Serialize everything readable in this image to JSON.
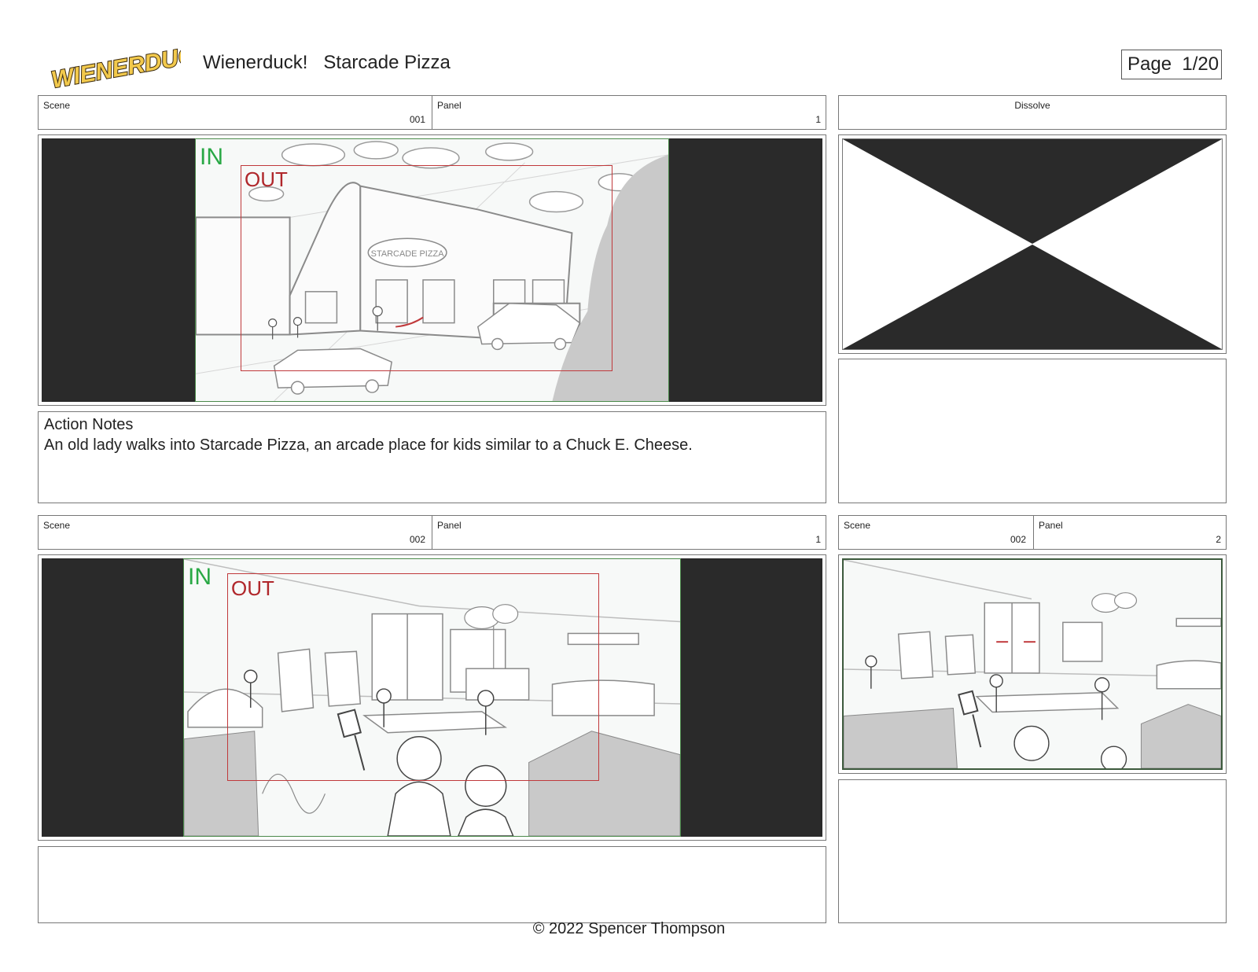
{
  "header": {
    "logo_text": "WIENERDUCK!",
    "show_title": "Wienerduck!",
    "episode_title": "Starcade Pizza",
    "page_label": "Page",
    "page_number": "1/20"
  },
  "panels": [
    {
      "scene_label": "Scene",
      "scene_number": "001",
      "panel_label": "Panel",
      "panel_number": "1",
      "in_label": "IN",
      "out_label": "OUT",
      "sign_text": "STARCADE PIZZA",
      "notes_title": "Action Notes",
      "notes_text": "An old lady walks into Starcade Pizza, an arcade place for kids similar to a Chuck E. Cheese."
    },
    {
      "transition_label": "Dissolve"
    },
    {
      "scene_label": "Scene",
      "scene_number": "002",
      "panel_label": "Panel",
      "panel_number": "1",
      "in_label": "IN",
      "out_label": "OUT"
    },
    {
      "scene_label": "Scene",
      "scene_number": "002",
      "panel_label": "Panel",
      "panel_number": "2"
    }
  ],
  "footer": {
    "copyright": "© 2022 Spencer Thompson"
  },
  "colors": {
    "in_green": "#29a845",
    "out_red": "#c0393b",
    "letterbox": "#2a2a2a",
    "logo_yellow": "#f2c94c"
  }
}
